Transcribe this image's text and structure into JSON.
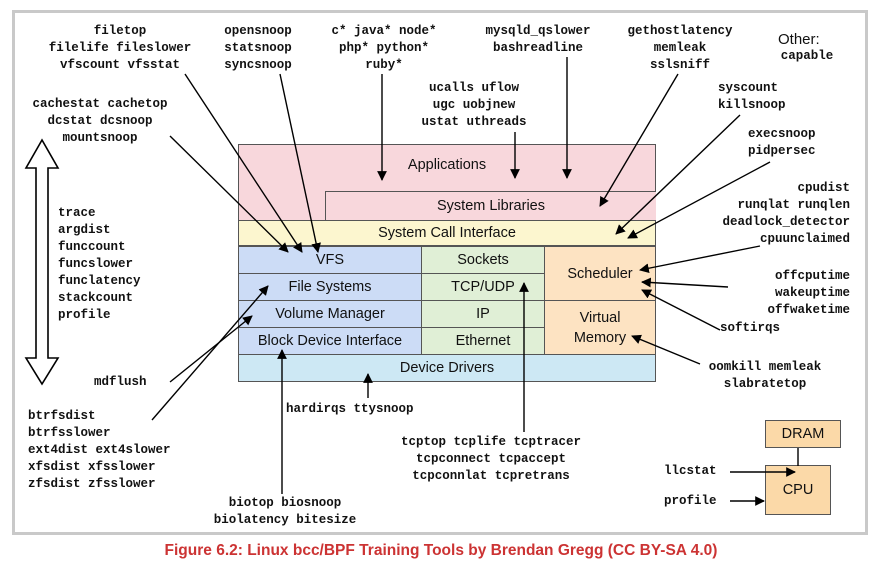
{
  "caption": "Figure 6.2: Linux bcc/BPF Training Tools by Brendan Gregg (CC BY-SA 4.0)",
  "layers": {
    "applications": "Applications",
    "system_libraries": "System Libraries",
    "system_call_interface": "System Call Interface",
    "vfs": "VFS",
    "file_systems": "File Systems",
    "volume_manager": "Volume Manager",
    "block_device_interface": "Block Device Interface",
    "sockets": "Sockets",
    "tcp_udp": "TCP/UDP",
    "ip": "IP",
    "ethernet": "Ethernet",
    "scheduler": "Scheduler",
    "virtual_memory": "Virtual Memory",
    "device_drivers": "Device Drivers",
    "dram": "DRAM",
    "cpu": "CPU"
  },
  "other_label": "Other:",
  "tool_groups": {
    "filetop": [
      "filetop",
      "filelife fileslower",
      "vfscount vfsstat"
    ],
    "opensnoop": [
      "opensnoop",
      "statsnoop",
      "syncsnoop"
    ],
    "langs": [
      "c* java* node*",
      "php* python*",
      "ruby*"
    ],
    "mysqld": [
      "mysqld_qslower",
      "bashreadline"
    ],
    "gethostlatency": [
      "gethostlatency",
      "memleak",
      "sslsniff"
    ],
    "capable": [
      "capable"
    ],
    "cachestat": [
      "cachestat cachetop",
      "dcstat dcsnoop",
      "mountsnoop"
    ],
    "ucalls": [
      "ucalls uflow",
      "ugc uobjnew",
      "ustat uthreads"
    ],
    "syscount": [
      "syscount",
      "killsnoop"
    ],
    "execsnoop": [
      "execsnoop",
      "pidpersec"
    ],
    "cpudist": [
      "cpudist",
      "runqlat runqlen",
      "deadlock_detector",
      "cpuunclaimed"
    ],
    "trace": [
      "trace",
      "argdist",
      "funccount",
      "funcslower",
      "funclatency",
      "stackcount",
      "profile"
    ],
    "offcpu": [
      "offcputime",
      "wakeuptime",
      "offwaketime"
    ],
    "softirqs": [
      "softirqs"
    ],
    "oomkill": [
      "oomkill memleak",
      "slabratetop"
    ],
    "mdflush": [
      "mdflush"
    ],
    "hardirqs": [
      "hardirqs ttysnoop"
    ],
    "btrfs": [
      "btrfsdist",
      "btrfsslower",
      "ext4dist ext4slower",
      "xfsdist xfsslower",
      "zfsdist zfsslower"
    ],
    "tcp": [
      "tcptop tcplife tcptracer",
      "tcpconnect tcpaccept",
      "tcpconnlat tcpretrans"
    ],
    "biotop": [
      "biotop biosnoop",
      "biolatency bitesize"
    ],
    "llcstat": [
      "llcstat"
    ],
    "profile_cpu": [
      "profile"
    ]
  }
}
